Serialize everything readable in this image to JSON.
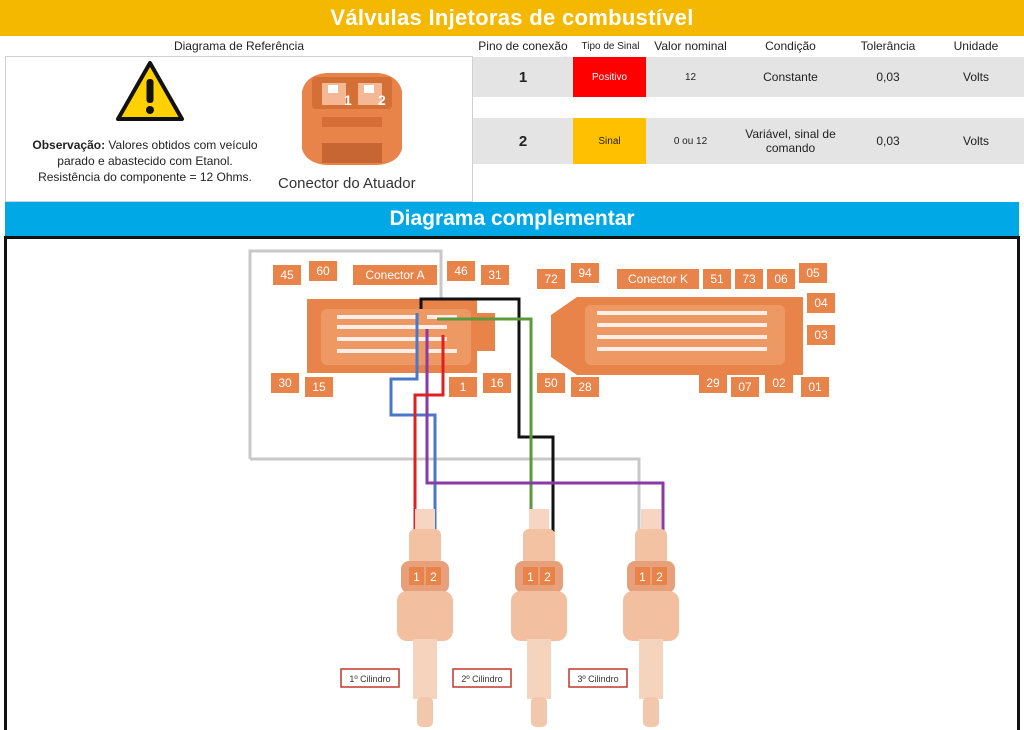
{
  "header": {
    "title": "Válvulas Injetoras de combustível"
  },
  "columns": {
    "ref": "Diagrama de Referência",
    "pin": "Pino de conexão",
    "type": "Tipo de Sinal",
    "nominal": "Valor nominal",
    "condition": "Condição",
    "tolerance": "Tolerância",
    "unit": "Unidade"
  },
  "reference": {
    "obs_label": "Observação:",
    "obs_text": " Valores obtidos com veículo parado e abastecido com Etanol.",
    "resistance": "Resistência do componente = 12 Ohms.",
    "connector_caption": "Conector do Atuador",
    "pin1": "1",
    "pin2": "2"
  },
  "rows": [
    {
      "pin": "1",
      "type": "Positivo",
      "type_color": "#ff0000",
      "nominal": "12",
      "condition": "Constante",
      "tolerance": "0,03",
      "unit": "Volts"
    },
    {
      "pin": "2",
      "type": "Sinal",
      "type_color": "#ffc000",
      "nominal": "0 ou 12",
      "condition": "Variável, sinal de comando",
      "tolerance": "0,03",
      "unit": "Volts"
    }
  ],
  "complementary": {
    "title": "Diagrama complementar"
  },
  "connector_a": {
    "name": "Conector A",
    "pins": {
      "p45": "45",
      "p60": "60",
      "p46": "46",
      "p31": "31",
      "p30": "30",
      "p15": "15",
      "p1": "1",
      "p16": "16"
    }
  },
  "connector_k": {
    "name": "Conector K",
    "pins": {
      "p72": "72",
      "p94": "94",
      "p51": "51",
      "p73": "73",
      "p06": "06",
      "p05": "05",
      "p04": "04",
      "p03": "03",
      "p50": "50",
      "p28": "28",
      "p29": "29",
      "p07": "07",
      "p02": "02",
      "p01": "01"
    }
  },
  "injectors": [
    {
      "label": "1º Cilindro",
      "pin1": "1",
      "pin2": "2"
    },
    {
      "label": "2º Cilindro",
      "pin1": "1",
      "pin2": "2"
    },
    {
      "label": "3º Cilindro",
      "pin1": "1",
      "pin2": "2"
    }
  ],
  "colors": {
    "accent_yellow": "#f5b800",
    "accent_blue": "#00a9e6",
    "connector_orange": "#e8834a"
  }
}
